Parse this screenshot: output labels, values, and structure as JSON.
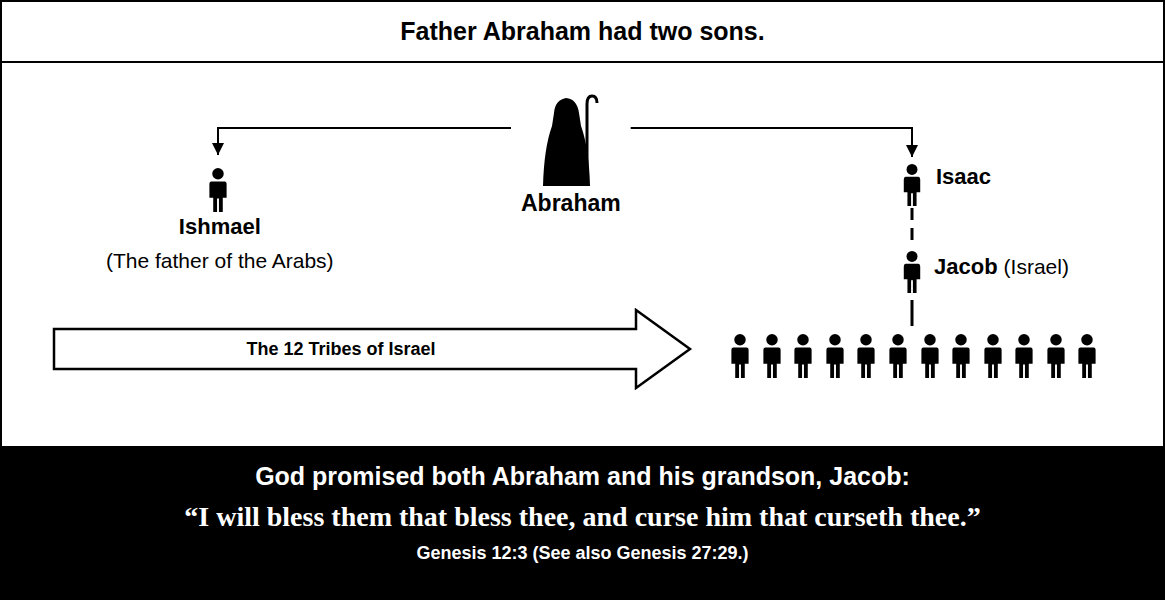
{
  "diagram": {
    "title": "Father Abraham had two sons.",
    "nodes": [
      {
        "text": [
          "Abraham"
        ]
      },
      {
        "text": [
          "Ishmael",
          "(The father of the Arabs)"
        ]
      },
      {
        "text": [
          "Isaac"
        ]
      },
      {
        "text": [
          "Jacob",
          "(Israel)"
        ]
      },
      {
        "text": [
          "The 12 Tribes of Israel"
        ]
      },
      {
        "text": [
          "God promised both Abraham and his grandson, Jacob:",
          "“I will bless them that bless thee, and curse him that curseth thee.”",
          "Genesis 12:3 (See also Genesis 27:29.)"
        ]
      }
    ],
    "edges": [
      {
        "from": 0,
        "to": 1,
        "arrow": "to"
      },
      {
        "from": 0,
        "to": 2,
        "arrow": "to"
      },
      {
        "from": 2,
        "to": 3,
        "arrow": "none"
      }
    ]
  }
}
